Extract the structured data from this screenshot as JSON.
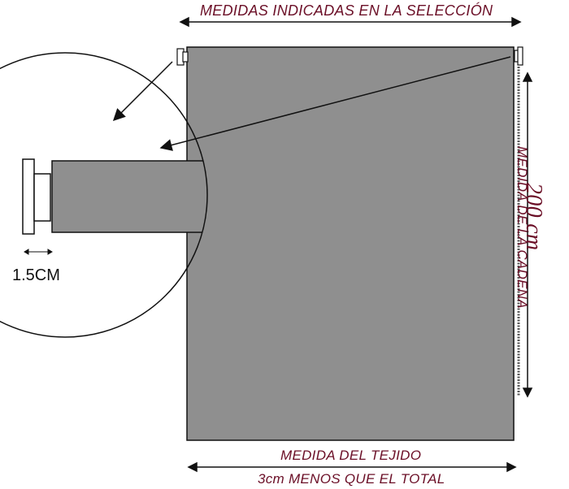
{
  "labels": {
    "top_measure": "MEDIDAS INDICADAS EN LA SELECCIÓN",
    "fabric_measure": "MEDIDA DEL TEJIDO",
    "fabric_note": "3cm MENOS QUE EL TOTAL",
    "chain_measure": "MEDIDA DE LA CADENA",
    "chain_value": "200 cm",
    "bracket_width": "1.5CM"
  },
  "colors": {
    "label": "#6b0f27",
    "fabric": "#8f8f8f",
    "outline": "#111111"
  }
}
